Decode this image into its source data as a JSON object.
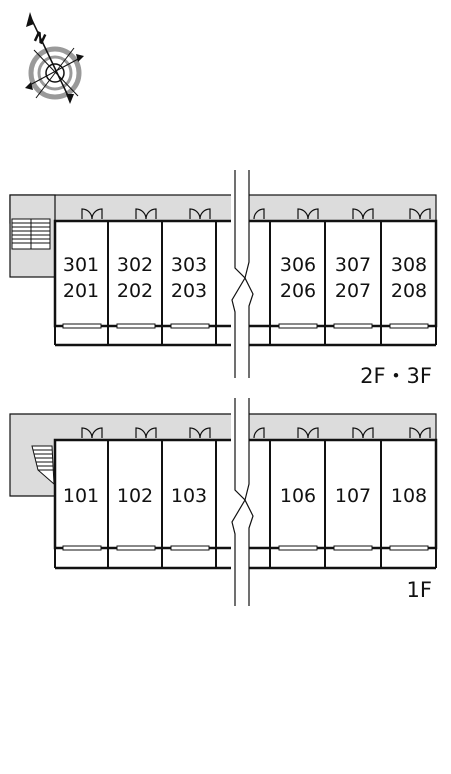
{
  "compass": {
    "north_letter": "N",
    "icon": "compass-rose-icon"
  },
  "upper_floors": {
    "floor_label": "2F・3F",
    "units": [
      {
        "top": "301",
        "bottom": "201"
      },
      {
        "top": "302",
        "bottom": "202"
      },
      {
        "top": "303",
        "bottom": "203"
      },
      {
        "top": "306",
        "bottom": "206"
      },
      {
        "top": "307",
        "bottom": "207"
      },
      {
        "top": "308",
        "bottom": "208"
      }
    ],
    "stair_icon": "straight-stair-icon"
  },
  "ground_floor": {
    "floor_label": "1F",
    "units": [
      {
        "top": "101"
      },
      {
        "top": "102"
      },
      {
        "top": "103"
      },
      {
        "top": "106"
      },
      {
        "top": "107"
      },
      {
        "top": "108"
      }
    ],
    "stair_icon": "angled-stair-icon"
  },
  "colors": {
    "corridor": "#dcdcdc",
    "line": "#111111",
    "background": "#ffffff"
  }
}
